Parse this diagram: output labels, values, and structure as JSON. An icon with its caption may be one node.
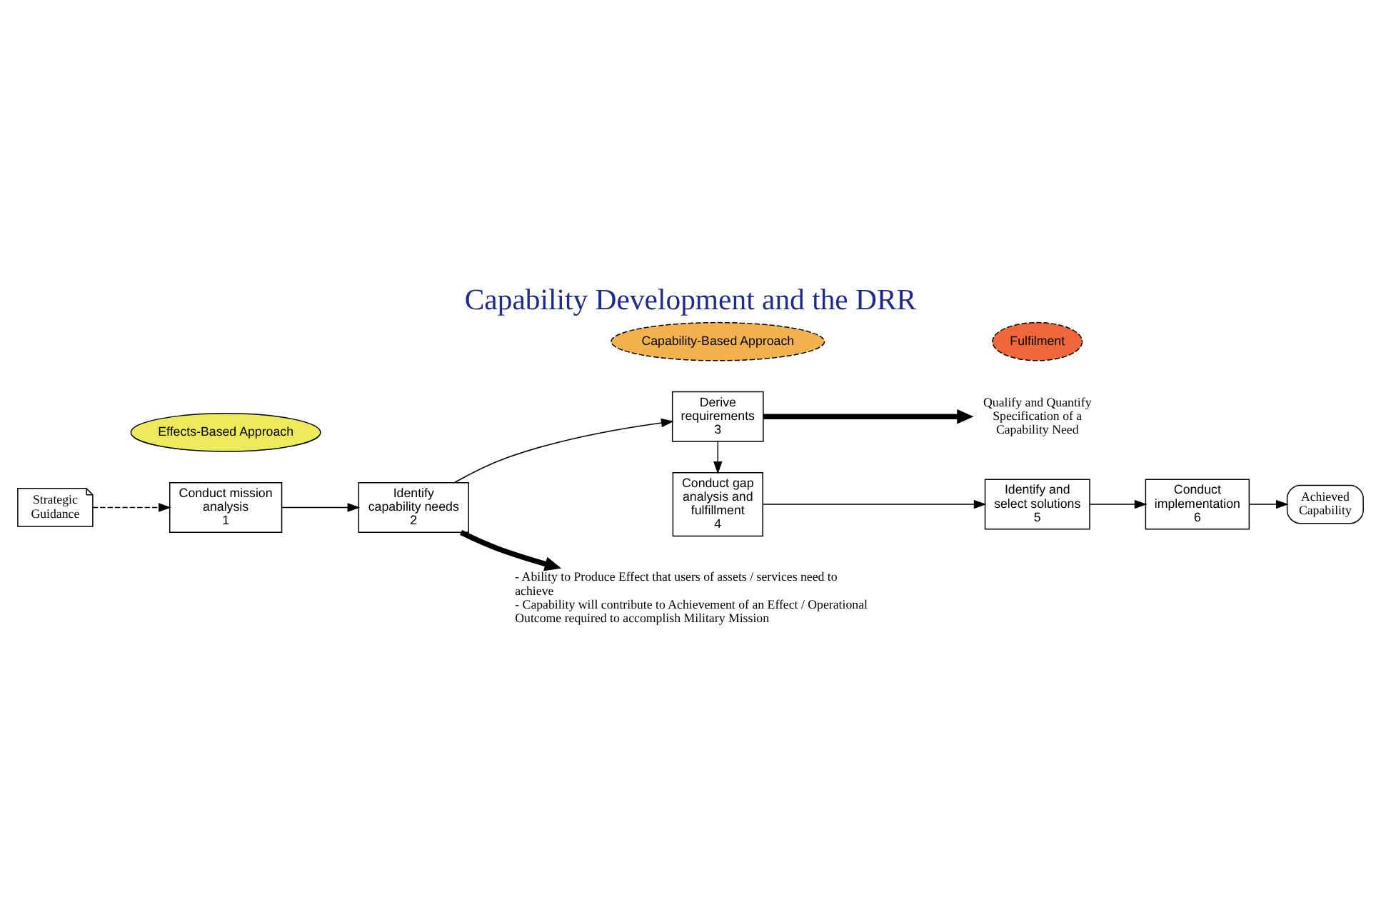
{
  "diagram": {
    "title": "Capability Development and the DRR",
    "nodes": [
      {
        "text": [
          "Strategic Guidance"
        ]
      },
      {
        "text": [
          "Effects-Based Approach"
        ]
      },
      {
        "text": [
          "Capability-Based Approach"
        ]
      },
      {
        "text": [
          "Fulfilment"
        ]
      },
      {
        "text": [
          "Conduct mission analysis",
          "1"
        ]
      },
      {
        "text": [
          "Identify capability needs",
          "2"
        ]
      },
      {
        "text": [
          "Derive requirements",
          "3"
        ]
      },
      {
        "text": [
          "Conduct gap analysis and fulfillment",
          "4"
        ]
      },
      {
        "text": [
          "Identify and select solutions",
          "5"
        ]
      },
      {
        "text": [
          "Conduct implementation",
          "6"
        ]
      },
      {
        "text": [
          "Achieved Capability"
        ]
      },
      {
        "text": [
          "Qualify and Quantify Specification of a Capability Need"
        ]
      },
      {
        "text": [
          "- Ability to Produce Effect that users of assets / services need to achieve",
          "- Capability will contribute to Achievement of an Effect / Operational Outcome required to accomplish Military Mission"
        ]
      }
    ],
    "edges": [
      {
        "from": 0,
        "to": 4,
        "arrow": "to",
        "style": "dashed"
      },
      {
        "from": 4,
        "to": 5,
        "arrow": "to"
      },
      {
        "from": 5,
        "to": 6,
        "arrow": "to"
      },
      {
        "from": 6,
        "to": 7,
        "arrow": "to"
      },
      {
        "from": 7,
        "to": 8,
        "arrow": "to"
      },
      {
        "from": 8,
        "to": 9,
        "arrow": "to"
      },
      {
        "from": 9,
        "to": 10,
        "arrow": "to"
      },
      {
        "from": 6,
        "to": 11,
        "arrow": "to",
        "style": "thick"
      },
      {
        "from": 5,
        "to": 12,
        "arrow": "to",
        "style": "thick"
      }
    ]
  }
}
